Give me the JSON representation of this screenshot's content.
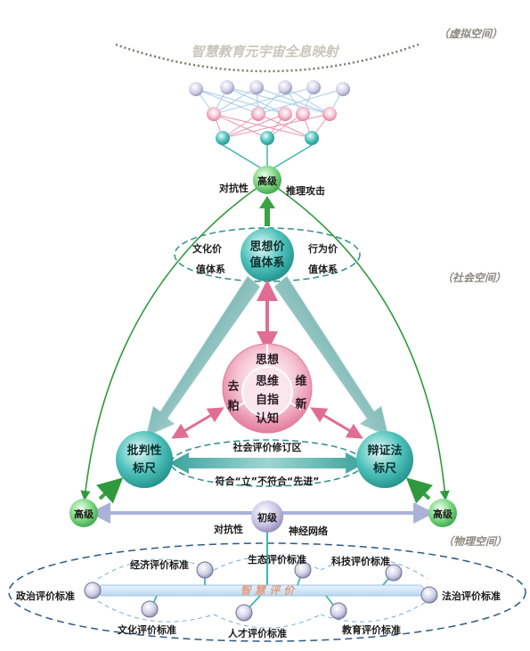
{
  "spaces": {
    "virtual": "（虚拟空间）",
    "social": "（社会空间）",
    "physical": "（物理空间）"
  },
  "banner": "智慧教育元宇宙全息映射",
  "top": {
    "node": "高级",
    "left_label": "对抗性",
    "right_label": "推理攻击"
  },
  "value_system": {
    "center_line1": "思想价",
    "center_line2": "值体系",
    "left_line1": "文化价",
    "left_line2": "值体系",
    "right_line1": "行为价",
    "right_line2": "值体系"
  },
  "center_circle": {
    "top": "思想",
    "inner1": "思维",
    "inner2": "自指",
    "inner3": "认知",
    "left1": "去",
    "left2": "粕",
    "right1": "维",
    "right2": "新"
  },
  "left_node": {
    "line1": "批判性",
    "line2": "标尺"
  },
  "right_node": {
    "line1": "辩证法",
    "line2": "标尺"
  },
  "middle_band": {
    "top": "社会评价修订区",
    "bottom": "符合“立”不符合“先进”"
  },
  "bottom_levels": {
    "left": "高级",
    "right": "高级",
    "center": "初级",
    "center_left_label": "对抗性",
    "center_right_label": "神经网络"
  },
  "standards": [
    "经济评价标准",
    "生态评价标准",
    "科技评价标准",
    "政治评价标准",
    "法治评价标准",
    "文化评价标准",
    "人才评价标准",
    "教育评价标准"
  ],
  "smart_eval": "智 慧 评 价",
  "colors": {
    "teal": "#3fb6b0",
    "green": "#5cc46a",
    "pink": "#e87aa0",
    "lavender": "#b9b2d8"
  }
}
